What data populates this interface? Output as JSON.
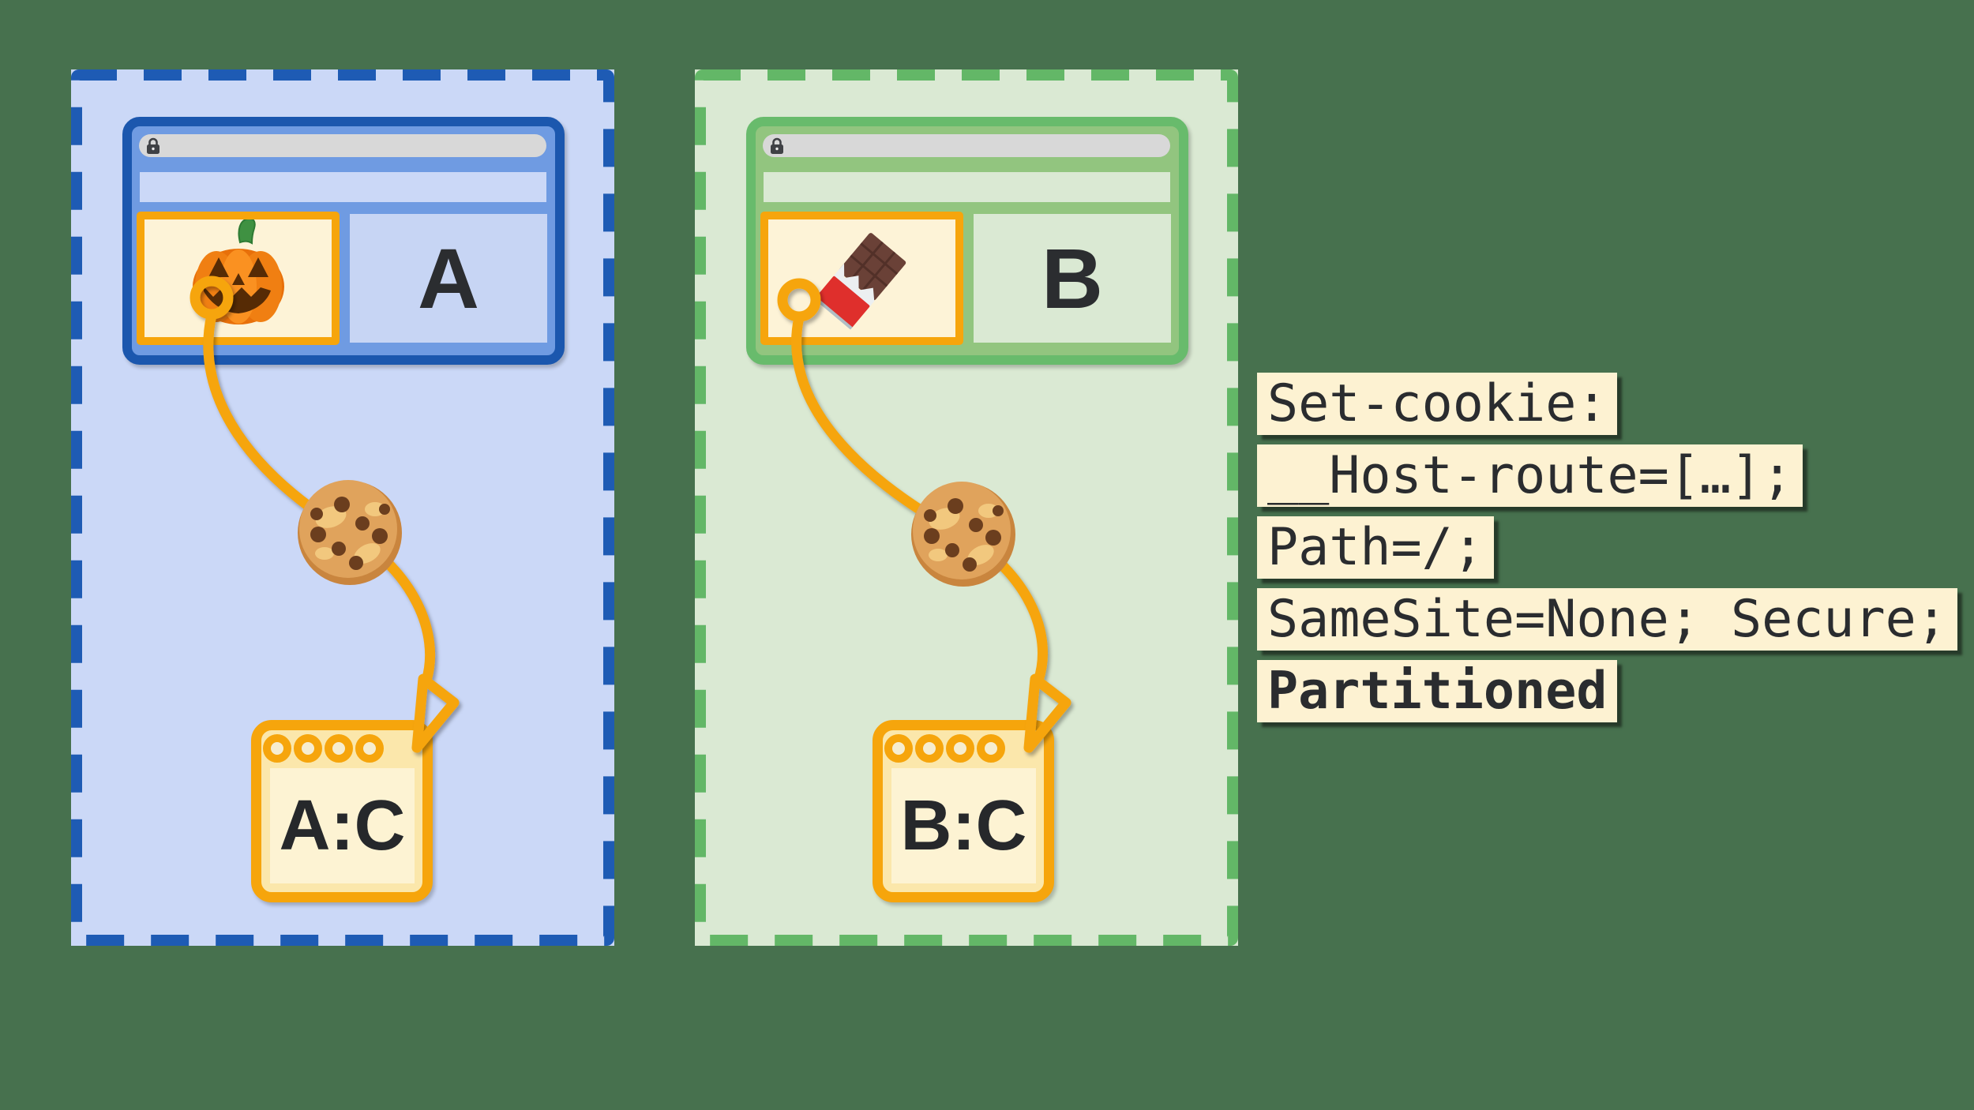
{
  "title": "Partitioned cookies (CHIPS) diagram",
  "background_color": "#47714E",
  "accent_colors": {
    "orange": "#F6A50C",
    "blue_border": "#1B57AE",
    "blue_fill_light": "#CBD8F7",
    "blue_fill_mid": "#6F9BE2",
    "green_border": "#68BB6C",
    "green_fill_light": "#DAE9D3",
    "green_fill_mid": "#92C57F",
    "cream_iframe": "#FDF3D7",
    "cream_box": "#FBE7AB",
    "chip_background": "#FDF2D2",
    "text_dark": "#2A2C2F",
    "urlbar_gray": "#D8D8D8"
  },
  "site_a": {
    "label": "A",
    "partition_key": "A:C",
    "iframe_icon": "jack-o-lantern-icon"
  },
  "site_b": {
    "label": "B",
    "partition_key": "B:C",
    "iframe_icon": "chocolate-bar-icon"
  },
  "icons": [
    "lock-icon",
    "jack-o-lantern-icon",
    "chocolate-bar-icon",
    "cookie-icon"
  ],
  "code_block": {
    "lines": [
      {
        "text": "Set-cookie:",
        "bold": false
      },
      {
        "text": "__Host-route=[…];",
        "bold": false
      },
      {
        "text": "Path=/;",
        "bold": false
      },
      {
        "text": "SameSite=None; Secure;",
        "bold": false
      },
      {
        "text": "Partitioned",
        "bold": true
      }
    ]
  }
}
